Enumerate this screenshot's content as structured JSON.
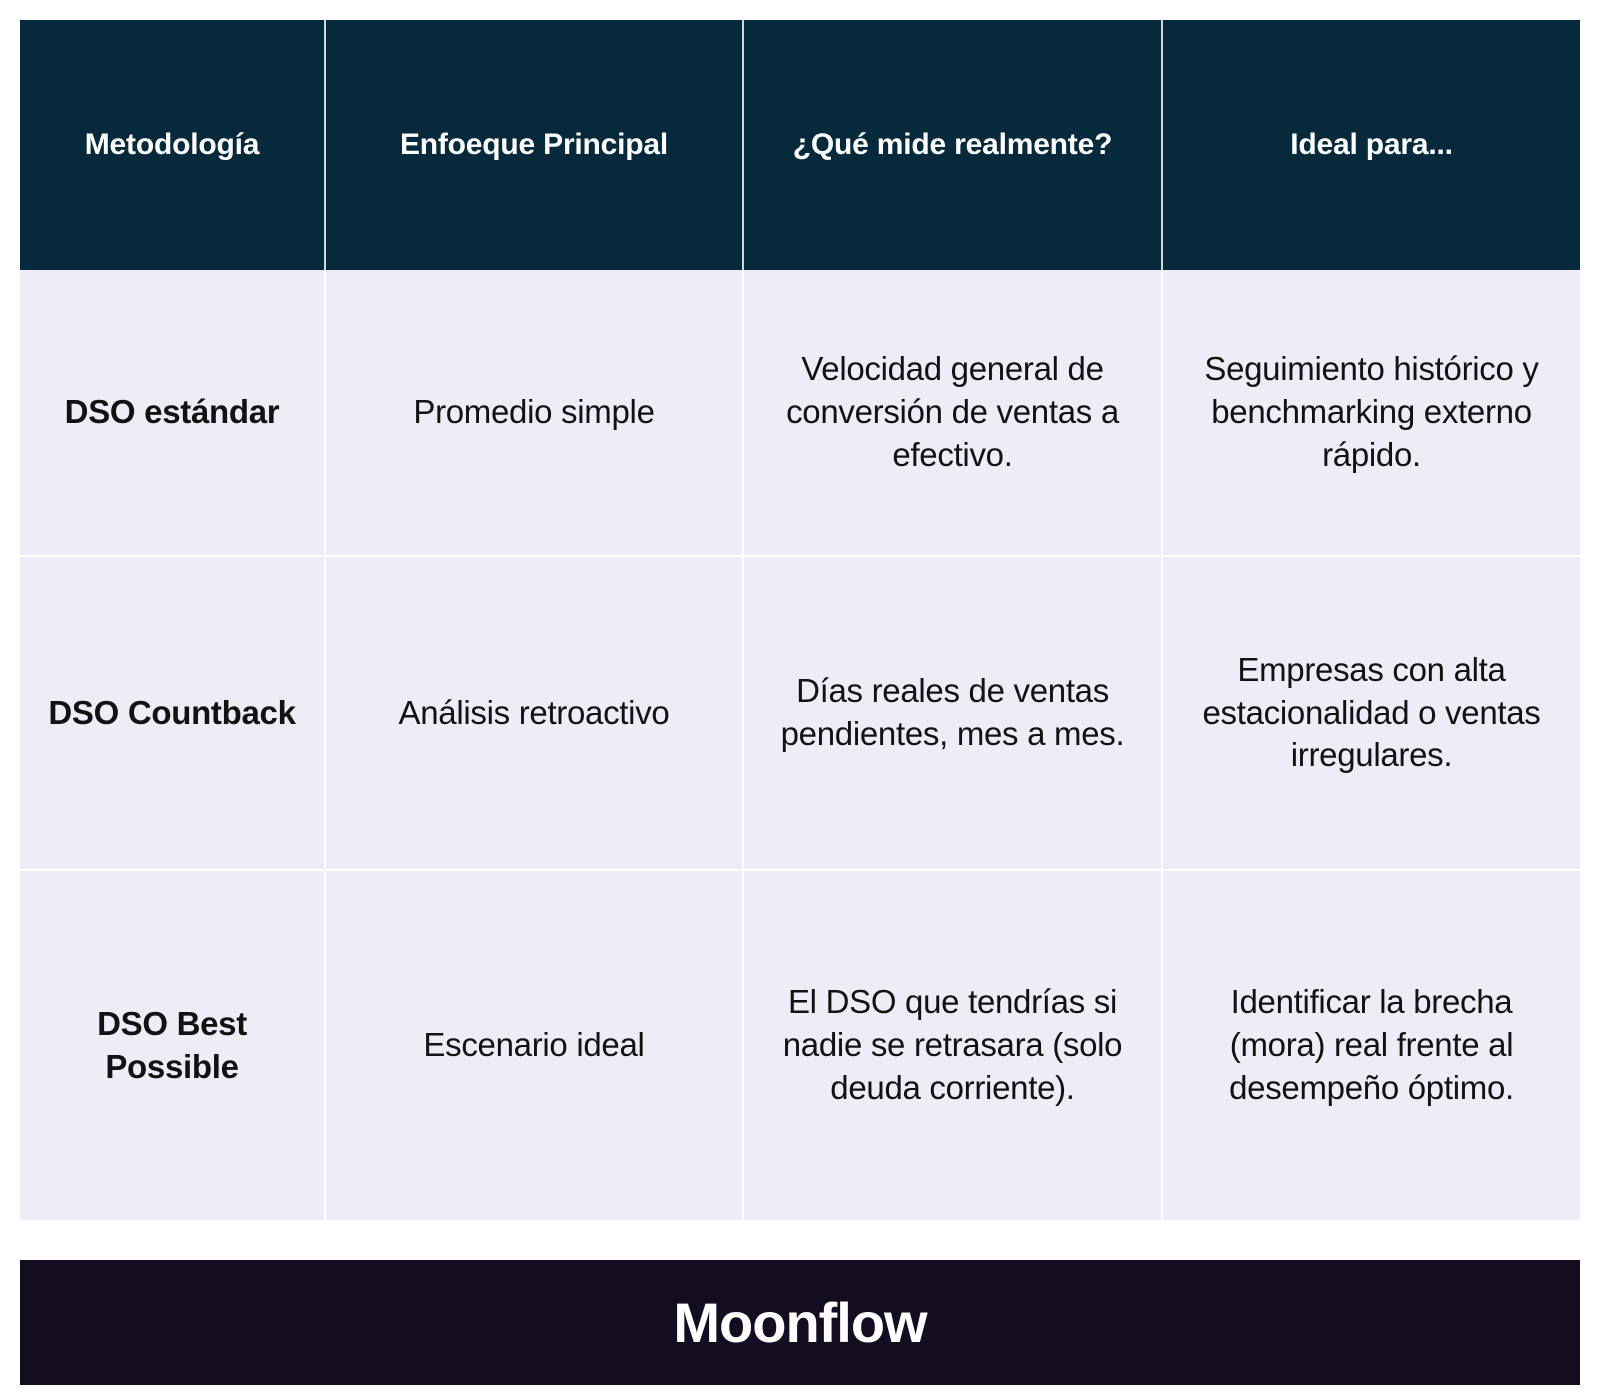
{
  "table": {
    "columns": [
      "Metodología",
      "Enfoeque Principal",
      "¿Qué mide realmente?",
      "Ideal para..."
    ],
    "rows": [
      {
        "metodologia": "DSO estándar",
        "enfoque": "Promedio simple",
        "mide": "Velocidad general de conversión de ventas a efectivo.",
        "ideal": "Seguimiento histórico y benchmarking externo rápido."
      },
      {
        "metodologia": "DSO Countback",
        "enfoque": "Análisis retroactivo",
        "mide": "Días reales de ventas pendientes, mes a mes.",
        "ideal": "Empresas con alta estacionalidad o ventas irregulares."
      },
      {
        "metodologia": "DSO Best Possible",
        "enfoque": "Escenario ideal",
        "mide": "El DSO que tendrías si nadie se retrasara (solo deuda corriente).",
        "ideal": "Identificar la brecha (mora) real frente al desempeño óptimo."
      }
    ]
  },
  "footer": {
    "brand": "Moonflow"
  },
  "colors": {
    "header_bg": "#06293b",
    "row_bg": "#eeecf6",
    "footer_bg": "#140d21",
    "header_text": "#ffffff",
    "body_text": "#121212"
  }
}
